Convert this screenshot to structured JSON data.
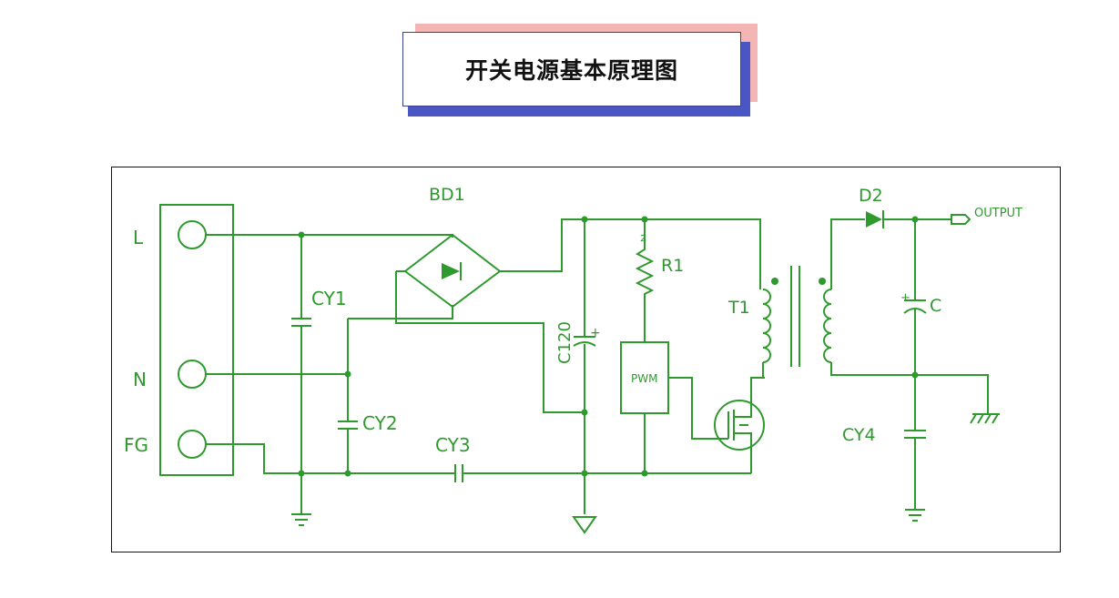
{
  "title": "开关电源基本原理图",
  "diagram": {
    "terminals": [
      "L",
      "N",
      "FG"
    ],
    "labels": {
      "bd1": "BD1",
      "cy1": "CY1",
      "cy2": "CY2",
      "cy3": "CY3",
      "cy4": "CY4",
      "c120": "C120",
      "r1": "R1",
      "pwm": "PWM",
      "t1": "T1",
      "d2": "D2",
      "c": "C",
      "output": "OUTPUT",
      "r1_pin": "2"
    },
    "colors": {
      "wire": "#2e9a2e",
      "frame": "#111111",
      "title_shadow_pink": "#f4b6b4",
      "title_shadow_blue": "#4a56c4"
    }
  }
}
